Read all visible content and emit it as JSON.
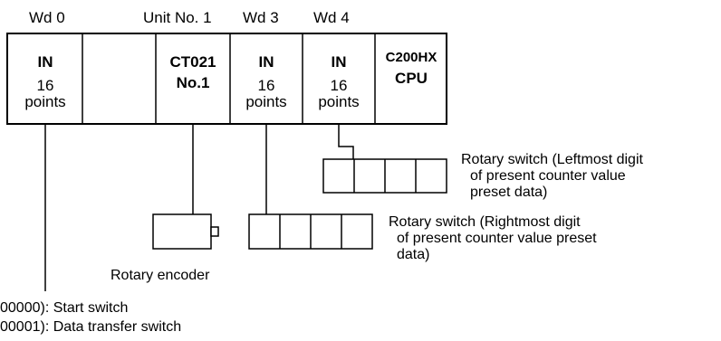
{
  "slot_headers": {
    "wd0": "Wd 0",
    "unit_no": "Unit No. 1",
    "wd3": "Wd 3",
    "wd4": "Wd 4"
  },
  "rack_units": [
    {
      "line1": "IN",
      "line2": "16",
      "line3": "points"
    },
    {
      "line1": "",
      "line2": "",
      "line3": ""
    },
    {
      "line1": "CT021",
      "line2": "No.1",
      "line3": ""
    },
    {
      "line1": "IN",
      "line2": "16",
      "line3": "points"
    },
    {
      "line1": "IN",
      "line2": "16",
      "line3": "points"
    },
    {
      "line1": "C200HX",
      "line2": "CPU",
      "line3": ""
    }
  ],
  "labels": {
    "rotary_switch_left": [
      "Rotary switch (Leftmost digit",
      "of present counter value",
      "preset data)"
    ],
    "rotary_switch_right": [
      "Rotary switch (Rightmost digit",
      "of present counter value preset",
      "data)"
    ],
    "rotary_encoder": "Rotary encoder",
    "start_switch": "00000): Start switch",
    "data_transfer_switch": "00001): Data transfer switch"
  }
}
